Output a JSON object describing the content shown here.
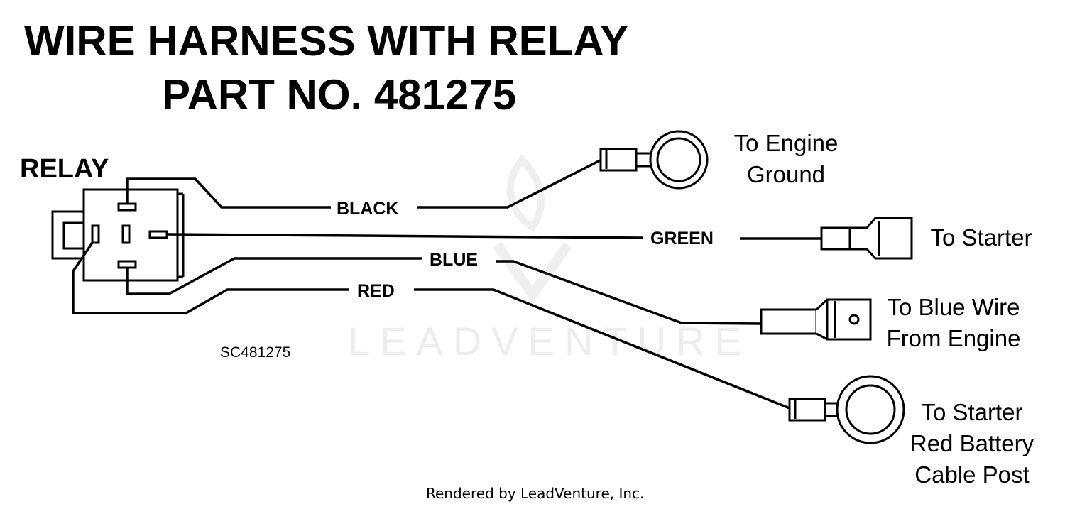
{
  "title": {
    "line1": "WIRE HARNESS WITH RELAY",
    "line2": "PART NO. 481275"
  },
  "relay_label": "RELAY",
  "wires": {
    "black": "BLACK",
    "green": "GREEN",
    "blue": "BLUE",
    "red": "RED"
  },
  "destinations": {
    "engine_ground": [
      "To Engine",
      "Ground"
    ],
    "starter": [
      "To Starter"
    ],
    "blue_wire": [
      "To Blue Wire",
      "From Engine"
    ],
    "battery_post": [
      "To Starter",
      "Red Battery",
      "Cable Post"
    ]
  },
  "drawing_code": "SC481275",
  "credit": "Rendered by LeadVenture, Inc.",
  "watermark": "LEADVENTURE",
  "colors": {
    "ink": "#000000",
    "watermark": "#ededed"
  }
}
